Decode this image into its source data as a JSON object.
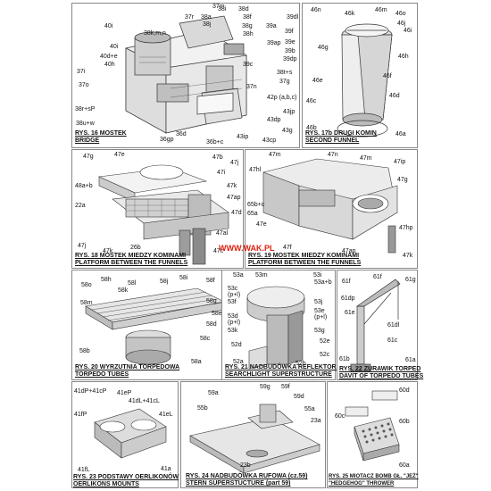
{
  "watermark": "WWW.WAK.PL",
  "accent_color": "#d21f1f",
  "figures": [
    {
      "id": "rys16",
      "caption": [
        "RYS. 16 MOSTEK",
        "BRIDGE"
      ],
      "labels": [
        "37m",
        "38i",
        "38d",
        "40i",
        "37r",
        "38a",
        "38f",
        "39dl",
        "38k,m,n",
        "38j",
        "38g",
        "39a",
        "39f",
        "38h",
        "39ap",
        "40i",
        "38l",
        "39e",
        "40d+e",
        "39b",
        "40h",
        "39dp",
        "37i",
        "39c",
        "38t+s",
        "37o",
        "37g",
        "37n",
        "42p (a,b,c)",
        "43jp",
        "38r+sP",
        "43dp",
        "38u+w",
        "36d",
        "43g",
        "36gp",
        "36b+c",
        "43ip",
        "43cp"
      ]
    },
    {
      "id": "rys17b",
      "caption": [
        "RYS. 17b DRUGI KOMIN",
        "SECOND FUNNEL"
      ],
      "labels": [
        "46n",
        "46m",
        "46k",
        "46o",
        "46j",
        "46i",
        "46g",
        "46h",
        "46f",
        "46e",
        "46d",
        "46c",
        "46b",
        "46a"
      ]
    },
    {
      "id": "rys18",
      "caption": [
        "RYS. 18 MOSTEK MIEDZY KOMINAMI",
        "PLATFORM BETWEEN THE FUNNELS"
      ],
      "labels": [
        "47g",
        "47e",
        "47b",
        "47j",
        "47i",
        "48a+b",
        "47k",
        "22a",
        "47ap",
        "47d",
        "47al",
        "47j",
        "47k",
        "26b",
        "47c"
      ]
    },
    {
      "id": "rys19",
      "caption": [
        "RYS. 19 MOSTEK MIEDZY KOMINAMI",
        "PLATFORM BETWEEN THE FUNNELS"
      ],
      "labels": [
        "47m",
        "47hl",
        "47n",
        "47m",
        "47ip",
        "47g",
        "65b+c",
        "65a",
        "47e",
        "47hp",
        "47f",
        "47ap",
        "47k"
      ]
    },
    {
      "id": "rys20",
      "caption": [
        "RYS. 20 WYRZUTNIA TORPEDOWA",
        "TORPEDO TUBES"
      ],
      "labels": [
        "58h",
        "58o",
        "58l",
        "58j",
        "58i",
        "58f",
        "58k",
        "58m",
        "58g",
        "58e",
        "58d",
        "58c",
        "58b",
        "58a"
      ]
    },
    {
      "id": "rys21",
      "caption": [
        "RYS. 21 NADBUDÓWKA REFLEKTORA",
        "SEARCHLIGHT SUPERSTRUCTURE"
      ],
      "labels": [
        "53a",
        "53m",
        "53i",
        "53a+b",
        "53c (p+l)",
        "53f",
        "53j",
        "53e (p+l)",
        "53d (p+l)",
        "53k",
        "53g",
        "52e",
        "52d",
        "52c",
        "52a",
        "52b"
      ]
    },
    {
      "id": "rys22",
      "caption": [
        "RYS. 22 ZURAWIK TORPED",
        "DAVIT OF TORPEDO TUBES"
      ],
      "labels": [
        "61f",
        "61g",
        "61f",
        "61dp",
        "61e",
        "61dl",
        "61c",
        "61b",
        "61a"
      ]
    },
    {
      "id": "rys23",
      "caption": [
        "RYS. 23 PODSTAWY OERLIKONÓW",
        "OERLIKONS MOUNTS"
      ],
      "labels": [
        "41dP+41cP",
        "41eP",
        "41dL+41cL",
        "41fP",
        "41eL",
        "41fL",
        "41a"
      ]
    },
    {
      "id": "rys24",
      "caption": [
        "RYS. 24 NADBUDÓWKA RUFOWA (cz.59)",
        "STERN SUPERSTUCTURE (part 59)"
      ],
      "labels": [
        "59g",
        "59f",
        "59a",
        "59d",
        "55b",
        "55a",
        "23a",
        "23b"
      ]
    },
    {
      "id": "rys25",
      "caption": [
        "RYS. 25 MIOTACZ BOMB GŁ. \"JEŻ\"",
        "\"HEDGEHOG\" THROWER"
      ],
      "labels": [
        "60d",
        "60c",
        "60b",
        "60a"
      ]
    }
  ]
}
